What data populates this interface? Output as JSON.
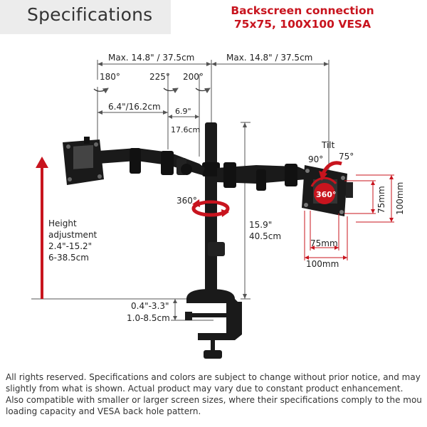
{
  "header": {
    "title": "Specifications"
  },
  "vesa": {
    "line1": "Backscreen connection",
    "line2": "75x75, 100X100 VESA"
  },
  "dimensions": {
    "max_left": "Max. 14.8\" / 37.5cm",
    "max_right": "Max. 14.8\" / 37.5cm",
    "rot_180": "180°",
    "rot_225": "225°",
    "rot_200": "200°",
    "arm_seg": "6.4\"/16.2cm",
    "arm_seg2_in": "6.9\"",
    "arm_seg2_cm": "17.6cm",
    "tilt": "Tilt",
    "tilt_90": "90°",
    "tilt_75": "75°",
    "swivel_360": "360°",
    "rot_360_plate": "360°",
    "pole_in": "15.9\"",
    "pole_cm": "40.5cm",
    "height_l1": "Height",
    "height_l2": "adjustment",
    "height_l3": "2.4\"-15.2\"",
    "height_l4": "6-38.5cm",
    "clamp_in": "0.4\"-3.3\"",
    "clamp_cm": "1.0-8.5cm",
    "vesa_75_h": "75mm",
    "vesa_100_h": "100mm",
    "vesa_75_w": "75mm",
    "vesa_100_w": "100mm"
  },
  "colors": {
    "accent_red": "#c8141e",
    "product_black": "#1a1a1a",
    "dim_gray": "#555555"
  },
  "footer": {
    "line1": "All rights reserved. Specifications and colors are subject to change without prior notice, and may differ",
    "line2": "slightly from what is shown. Actual product may vary due to constant product enhancement.",
    "line3": "Also compatible with smaller or larger screen sizes, where their specifications comply to the mount's",
    "line4": "loading capacity and VESA back hole pattern."
  }
}
